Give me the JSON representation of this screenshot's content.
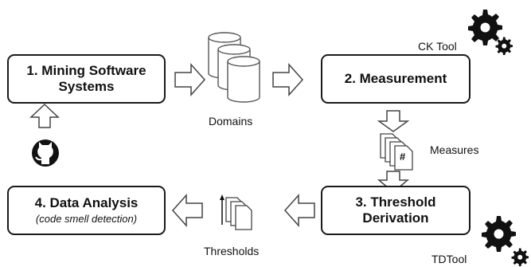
{
  "steps": {
    "mining": {
      "label": "1. Mining Software Systems"
    },
    "measurement": {
      "label": "2. Measurement"
    },
    "threshold": {
      "label": "3. Threshold Derivation"
    },
    "analysis": {
      "label": "4. Data Analysis",
      "sublabel": "(code smell detection)"
    }
  },
  "artifacts": {
    "domains": "Domains",
    "measures": "Measures",
    "thresholds": "Thresholds"
  },
  "tools": {
    "ck": "CK Tool",
    "td": "TDTool"
  },
  "measures_glyph": "#",
  "icons": [
    "github-icon",
    "database-icon",
    "document-stack-icon",
    "gear-icon",
    "chart-stack-icon"
  ]
}
